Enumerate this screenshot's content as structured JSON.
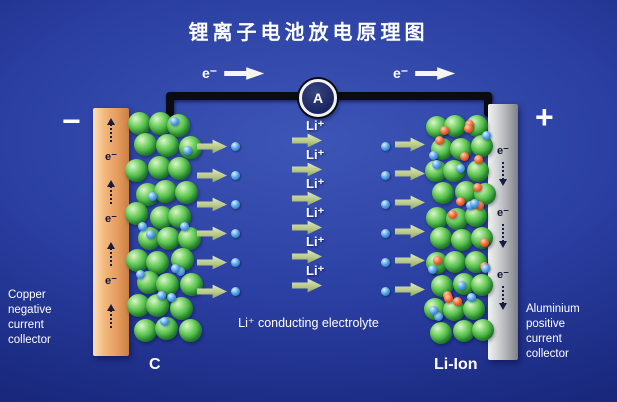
{
  "title": "锂离子电池放电原理图",
  "circuit": {
    "ammeter_label": "A",
    "electron_flow_left": "e⁻",
    "electron_flow_right": "e⁻"
  },
  "anode": {
    "sign": "−",
    "terminal_label": "C",
    "electron_label": "e⁻",
    "electron_count": 3,
    "collector_caption_lines": [
      "Copper",
      "negative",
      "current",
      "collector"
    ]
  },
  "cathode": {
    "sign": "+",
    "terminal_label": "Li-Ion",
    "electron_label": "e⁻",
    "electron_count": 3,
    "collector_caption_lines": [
      "Aluminium",
      "positive",
      "current",
      "collector"
    ]
  },
  "electrolyte": {
    "ion_label": "Li⁺",
    "ion_row_count": 6,
    "caption": "Li⁺ conducting electrolyte"
  },
  "colors": {
    "background": "#2c40a4",
    "copper_collector": "#f3b97e",
    "aluminium_collector": "#c8cbce",
    "graphite_particle": "#2e9e3a",
    "lithium_ion_particle": "#4da0e8",
    "metal_oxide_particle": "#ee6630",
    "flow_arrow": "#b9c98a",
    "wire": "#0b0b12",
    "text": "#ffffff"
  }
}
